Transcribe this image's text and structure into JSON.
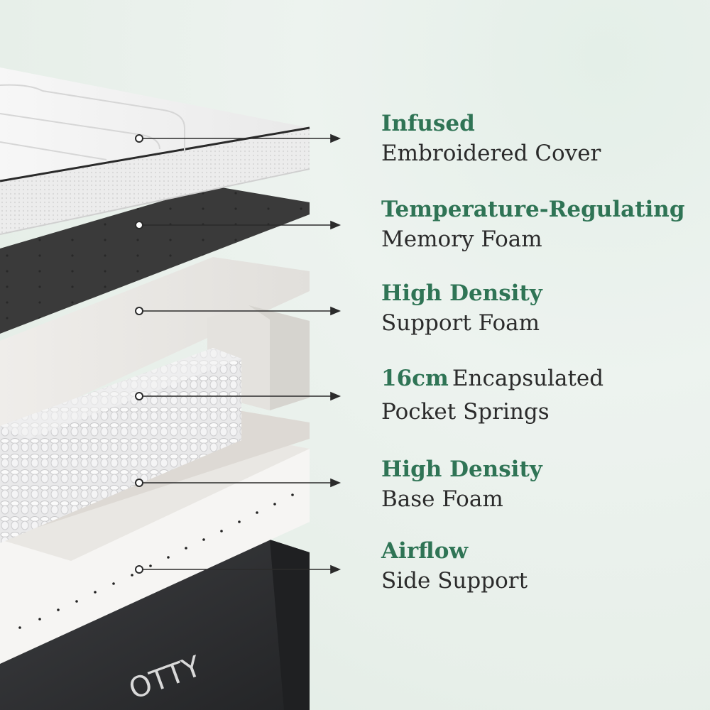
{
  "brand": {
    "logo_text": "OTTY"
  },
  "colors": {
    "accent_green": "#2f7455",
    "text_dark": "#2b2b2b",
    "cover_white": "#f3f3f3",
    "memory_foam_dark": "#3a3a3a",
    "support_foam": "#ebe9e6",
    "base_dark": "#2c2d2f"
  },
  "layers": [
    {
      "highlight": "Infused",
      "rest": "Embroidered Cover"
    },
    {
      "highlight": "Temperature-Regulating",
      "rest": "Memory Foam"
    },
    {
      "highlight": "High Density",
      "rest": "Support Foam"
    },
    {
      "highlight": "16cm",
      "inline_rest": "Encapsulated",
      "rest": "Pocket Springs"
    },
    {
      "highlight": "High Density",
      "rest": "Base Foam"
    },
    {
      "highlight": "Airflow",
      "rest": "Side Support"
    }
  ]
}
